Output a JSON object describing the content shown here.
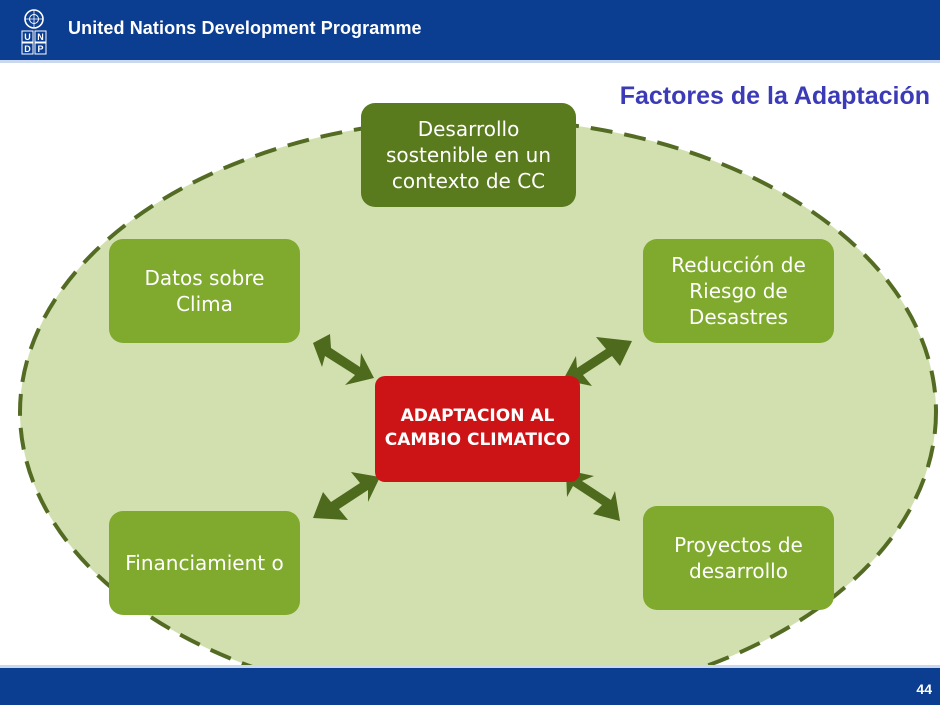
{
  "header": {
    "organization": "United Nations Development Programme",
    "logo_letters": [
      "U",
      "N",
      "D",
      "P"
    ],
    "logo_icon": "un-emblem-icon"
  },
  "slide_title": "Factores de la Adaptación",
  "diagram": {
    "center": "ADAPTACION AL CAMBIO CLIMATICO",
    "top": "Desarrollo sostenible en un contexto de CC",
    "upper_left": "Datos sobre Clima",
    "upper_right": "Reducción de Riesgo de Desastres",
    "lower_left": "Financiamient o",
    "lower_right": "Proyectos de desarrollo"
  },
  "colors": {
    "header_blue": "#0b3d91",
    "title_purple": "#3b3bb8",
    "ellipse_fill": "#d2e0b0",
    "ellipse_stroke": "#546b23",
    "box_light": "#7faa2e",
    "box_dark": "#5a7a1e",
    "center_red": "#cc1417",
    "arrow": "#4e6a1c"
  },
  "page_number": "44"
}
